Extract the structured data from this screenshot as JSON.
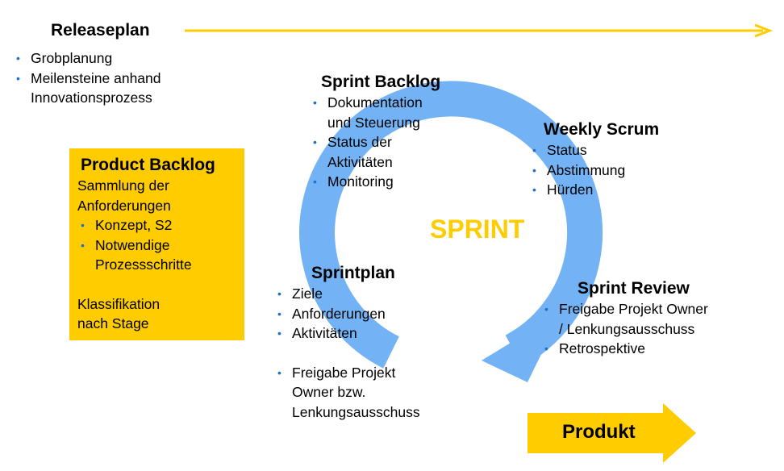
{
  "colors": {
    "accent": "#ffcc00",
    "cycle": "#73b3f5",
    "bullet": "#1f6fc4"
  },
  "releaseplan": {
    "title": "Releaseplan",
    "items": [
      "Grobplanung",
      "Meilensteine anhand\nInnovationsprozess"
    ]
  },
  "product_backlog": {
    "title": "Product Backlog",
    "intro": "Sammlung der\nAnforderungen",
    "items": [
      "Konzept, S2",
      "Notwendige\nProzessschritte"
    ],
    "footer": "Klassifikation\nnach Stage"
  },
  "sprint_backlog": {
    "title": "Sprint Backlog",
    "items": [
      "Dokumentation\nund Steuerung",
      "Status der\nAktivitäten",
      "Monitoring"
    ]
  },
  "weekly_scrum": {
    "title": "Weekly Scrum",
    "items": [
      "Status",
      "Abstimmung",
      "Hürden"
    ]
  },
  "sprint_label": "SPRINT",
  "sprintplan": {
    "title": "Sprintplan",
    "items": [
      "Ziele",
      "Anforderungen",
      "Aktivitäten"
    ],
    "extra_items": [
      "Freigabe Projekt\nOwner bzw.\nLenkungsausschuss"
    ]
  },
  "sprint_review": {
    "title": "Sprint Review",
    "items": [
      "Freigabe Projekt Owner\n/ Lenkungsausschuss",
      "Retrospektive"
    ]
  },
  "produkt_label": "Produkt"
}
